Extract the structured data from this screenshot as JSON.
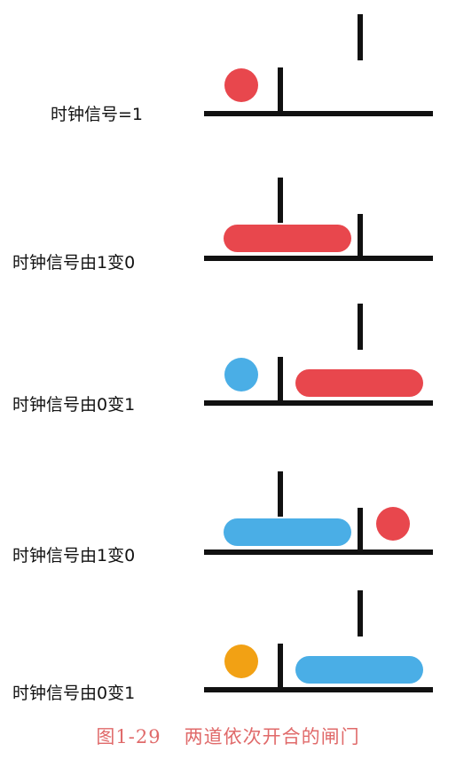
{
  "colors": {
    "line": "#111111",
    "red": "#e8474d",
    "blue": "#4aaee6",
    "orange": "#f2a114",
    "caption": "#e06a6a"
  },
  "steps": [
    {
      "label": "时钟信号=1",
      "gate_left": "closed",
      "gate_right": "open",
      "tokens": [
        {
          "color": "red",
          "shape": "ball",
          "position": "before-left-gate"
        }
      ]
    },
    {
      "label": "时钟信号由1变0",
      "gate_left": "open",
      "gate_right": "closed",
      "tokens": [
        {
          "color": "red",
          "shape": "bar",
          "position": "between-gates"
        }
      ]
    },
    {
      "label": "时钟信号由0变1",
      "gate_left": "closed",
      "gate_right": "open",
      "tokens": [
        {
          "color": "blue",
          "shape": "ball",
          "position": "before-left-gate"
        },
        {
          "color": "red",
          "shape": "bar",
          "position": "after-right-gate"
        }
      ]
    },
    {
      "label": "时钟信号由1变0",
      "gate_left": "open",
      "gate_right": "closed",
      "tokens": [
        {
          "color": "blue",
          "shape": "bar",
          "position": "between-gates"
        },
        {
          "color": "red",
          "shape": "ball",
          "position": "after-right-gate"
        }
      ]
    },
    {
      "label": "时钟信号由0变1",
      "gate_left": "closed",
      "gate_right": "open",
      "tokens": [
        {
          "color": "orange",
          "shape": "ball",
          "position": "before-left-gate"
        },
        {
          "color": "blue",
          "shape": "bar",
          "position": "after-right-gate"
        }
      ]
    }
  ],
  "caption": {
    "number": "图1-29",
    "title": "两道依次开合的闸门"
  }
}
